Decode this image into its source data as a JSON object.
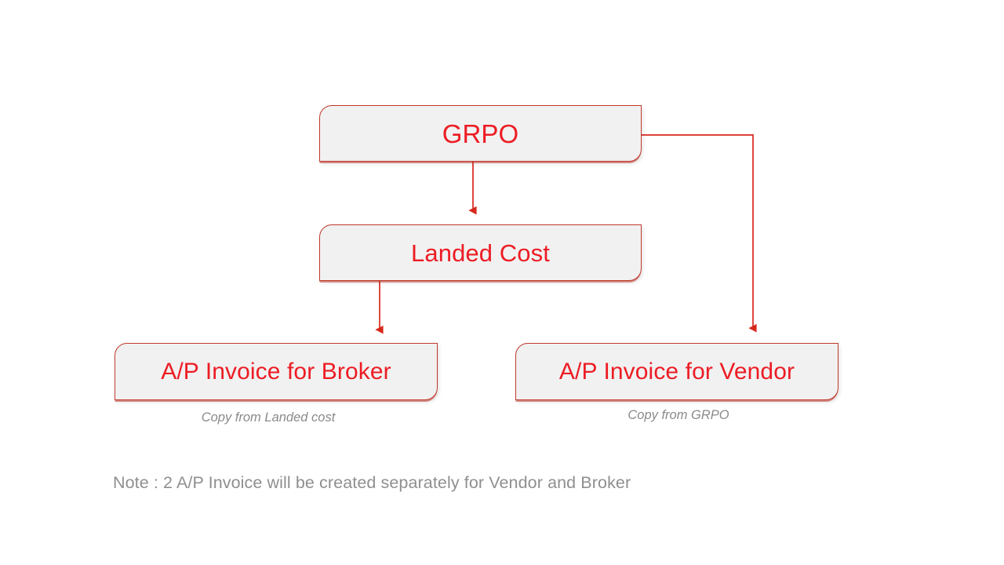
{
  "slide": {
    "background_color": "#ffffff",
    "title_present": false
  },
  "theme": {
    "box_fill": "#f1f1f1",
    "box_border": "#c0392b",
    "box_text": "#ED1C24",
    "connector_color": "#c0392b",
    "caption_text": "#8a8a8a",
    "note_text": "#8f8f8f"
  },
  "nodes": [
    {
      "id": "grpo",
      "label": "GRPO"
    },
    {
      "id": "landed_cost",
      "label": "Landed Cost"
    },
    {
      "id": "ap_broker",
      "label": "A/P Invoice for Broker"
    },
    {
      "id": "ap_vendor",
      "label": "A/P Invoice for Vendor"
    }
  ],
  "captions": [
    {
      "id": "broker",
      "text": "Copy from Landed cost"
    },
    {
      "id": "vendor",
      "text": "Copy from GRPO"
    }
  ],
  "connectors": [
    {
      "id": "grpo-to-landed-cost",
      "from": "grpo",
      "to": "landed_cost",
      "style": "straight-down",
      "arrowhead": true
    },
    {
      "id": "grpo-to-ap-vendor",
      "from": "grpo",
      "to": "ap_vendor",
      "style": "elbow-right-down",
      "arrowhead": true
    },
    {
      "id": "landed-cost-to-ap-broker",
      "from": "landed_cost",
      "to": "ap_broker",
      "style": "straight-down",
      "arrowhead": true
    }
  ],
  "note": {
    "text": "Note : 2 A/P Invoice will be created separately for Vendor and Broker"
  }
}
